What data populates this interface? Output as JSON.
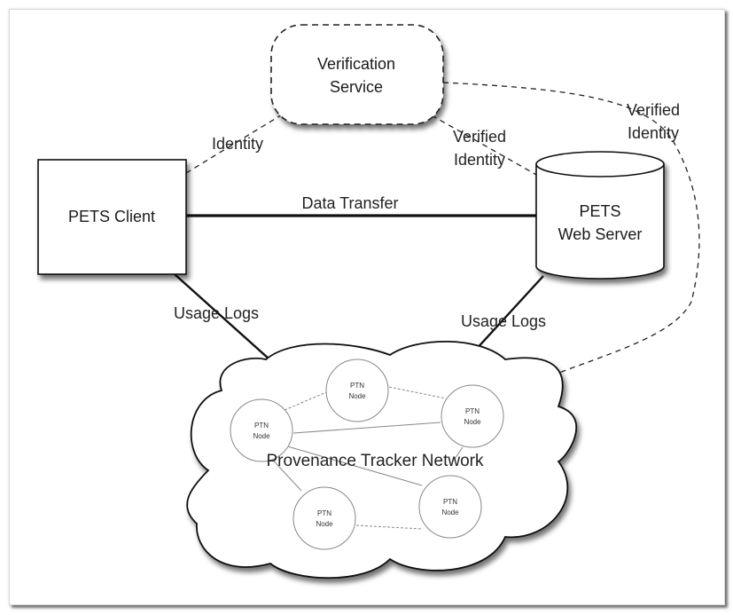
{
  "diagram": {
    "nodes": {
      "verification_service": {
        "label_lines": [
          "Verification",
          "Service"
        ],
        "shape": "rounded-rectangle",
        "border": "dashed"
      },
      "pets_client": {
        "label_lines": [
          "PETS Client"
        ],
        "shape": "rectangle",
        "border": "solid"
      },
      "pets_web_server": {
        "label_lines": [
          "PETS",
          "Web Server"
        ],
        "shape": "cylinder",
        "border": "solid"
      },
      "provenance_tracker_network": {
        "label_lines": [
          "Provenance Tracker Network"
        ],
        "shape": "cloud",
        "border": "solid"
      }
    },
    "ptn_nodes": [
      {
        "id": "ptn-top",
        "label_lines": [
          "PTN",
          "Node"
        ]
      },
      {
        "id": "ptn-left",
        "label_lines": [
          "PTN",
          "Node"
        ]
      },
      {
        "id": "ptn-right",
        "label_lines": [
          "PTN",
          "Node"
        ]
      },
      {
        "id": "ptn-bottom-right",
        "label_lines": [
          "PTN",
          "Node"
        ]
      },
      {
        "id": "ptn-bottom-left",
        "label_lines": [
          "PTN",
          "Node"
        ]
      }
    ],
    "edges": [
      {
        "from": "pets_client",
        "to": "verification_service",
        "label": "Identity",
        "style": "dashed"
      },
      {
        "from": "verification_service",
        "to": "pets_web_server",
        "label_lines": [
          "Verified",
          "Identity"
        ],
        "style": "dashed"
      },
      {
        "from": "verification_service",
        "to": "provenance_tracker_network",
        "label_lines": [
          "Verified",
          "Identity"
        ],
        "style": "dashed"
      },
      {
        "from": "pets_client",
        "to": "pets_web_server",
        "label": "Data Transfer",
        "style": "thick-solid"
      },
      {
        "from": "pets_client",
        "to": "provenance_tracker_network",
        "label": "Usage Logs",
        "style": "solid"
      },
      {
        "from": "pets_web_server",
        "to": "provenance_tracker_network",
        "label": "Usage Logs",
        "style": "solid"
      }
    ],
    "ptn_links": [
      [
        "ptn-left",
        "ptn-top"
      ],
      [
        "ptn-top",
        "ptn-right"
      ],
      [
        "ptn-left",
        "ptn-right"
      ],
      [
        "ptn-left",
        "ptn-bottom-right"
      ],
      [
        "ptn-left",
        "ptn-bottom-left"
      ],
      [
        "ptn-right",
        "ptn-bottom-right"
      ],
      [
        "ptn-bottom-left",
        "ptn-bottom-right"
      ]
    ]
  }
}
